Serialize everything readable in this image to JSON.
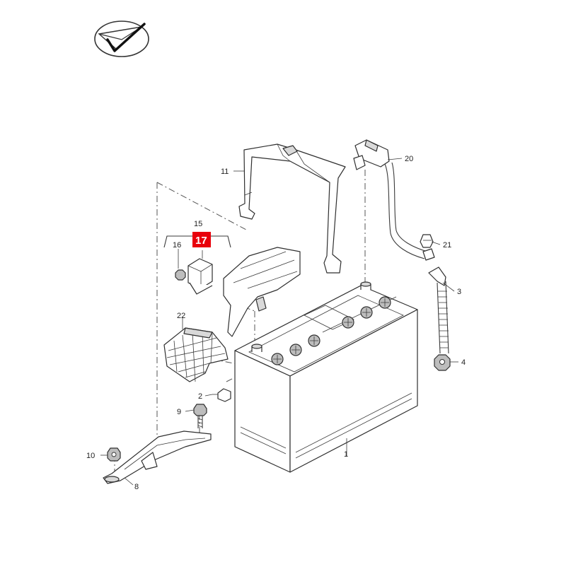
{
  "colors": {
    "highlight": "#e8000b",
    "ink": "#2f2f2f"
  },
  "logo_icon": "paper-plane-check-logo",
  "labels": {
    "p1": "1",
    "p2": "2",
    "p3": "3",
    "p4": "4",
    "p8": "8",
    "p9": "9",
    "p10": "10",
    "p11": "11",
    "p15": "15",
    "p16": "16",
    "p17": "17",
    "p20": "20",
    "p21": "21",
    "p22": "22"
  }
}
